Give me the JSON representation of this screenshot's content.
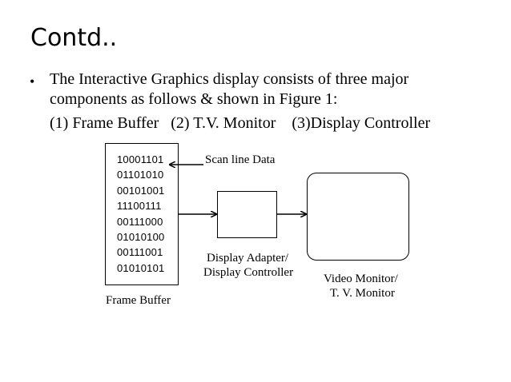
{
  "slide": {
    "title": "Contd..",
    "bullet_symbol": "•",
    "bullet_line1": "The Interactive Graphics display consists of three major",
    "bullet_line2": "components as follows & shown in Figure 1:",
    "components_line": "(1) Frame Buffer   (2) T.V. Monitor    (3)Display Controller"
  },
  "diagram": {
    "frame_buffer_bits": [
      "10001101",
      "01101010",
      "00101001",
      "11100111",
      "00111000",
      "01010100",
      "00111001",
      "01010101"
    ],
    "frame_buffer_label": "Frame Buffer",
    "scan_line_label": "Scan line Data",
    "adapter_label_line1": "Display Adapter/",
    "adapter_label_line2": "Display Controller",
    "monitor_label_line1": "Video Monitor/",
    "monitor_label_line2": "T. V. Monitor"
  }
}
